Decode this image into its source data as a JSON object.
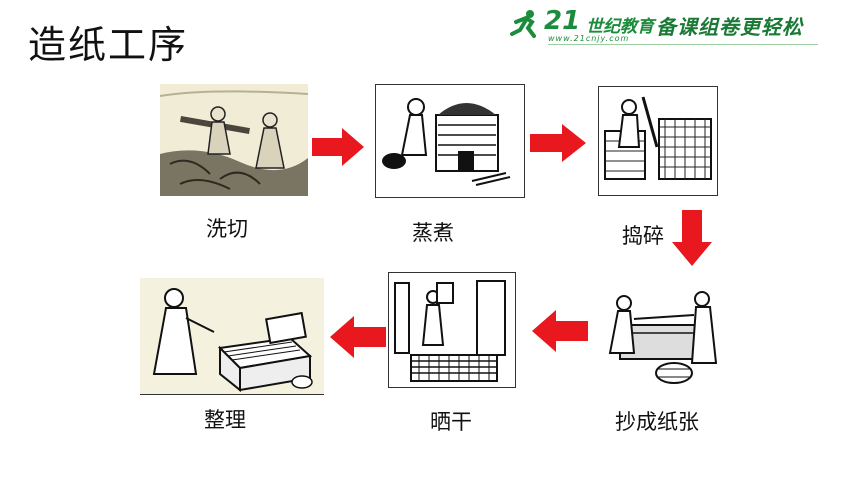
{
  "title": "造纸工序",
  "brand": {
    "logo_text": "21世纪教育",
    "number": "21",
    "name": "世纪教育",
    "url": "www.21cnjy.com",
    "slogan": "备课组卷更轻松"
  },
  "steps": [
    {
      "label": "洗切"
    },
    {
      "label": "蒸煮"
    },
    {
      "label": "捣碎"
    },
    {
      "label": "抄成纸张"
    },
    {
      "label": "晒干"
    },
    {
      "label": "整理"
    }
  ],
  "colors": {
    "arrow": "#e8181e",
    "brand_green": "#1b8c3c"
  }
}
